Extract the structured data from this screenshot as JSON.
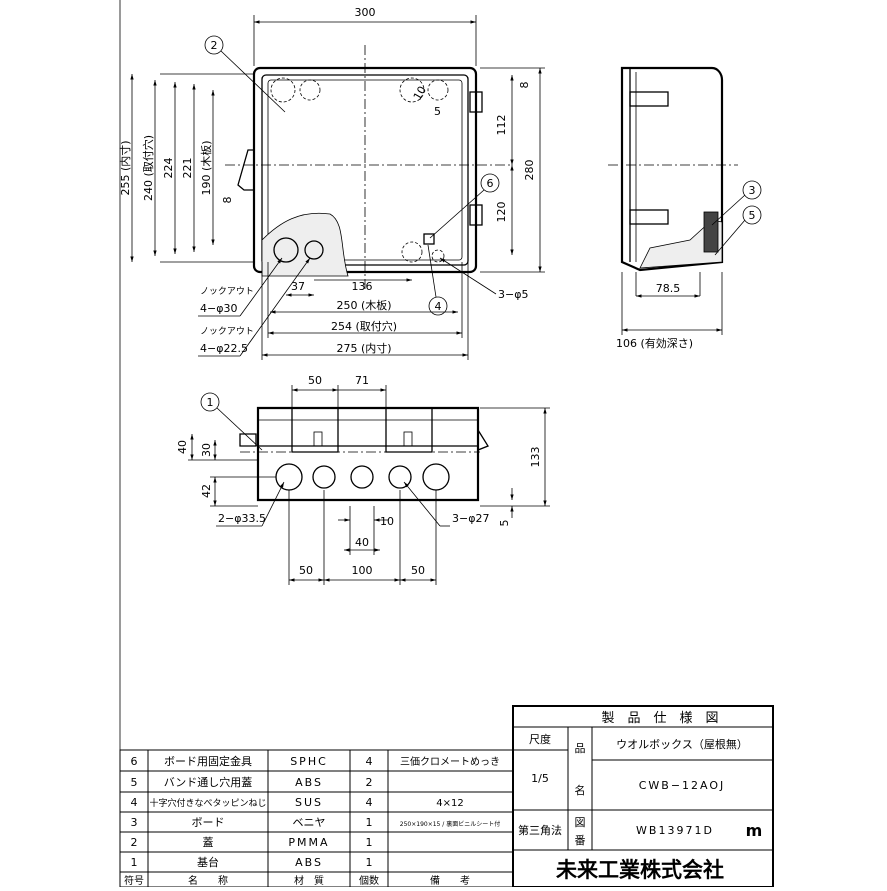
{
  "front_view": {
    "dim_top": "300",
    "dim_inner_h": "255 (内寸)",
    "dim_mount_h": "240 (取付穴)",
    "dim_224": "224",
    "dim_221": "221",
    "dim_board_h": "190 (木板)",
    "dim_8_left": "8",
    "dim_8_right": "8",
    "dim_10": "10",
    "dim_5": "5",
    "dim_112": "112",
    "dim_280": "280",
    "dim_120": "120",
    "dim_37": "37",
    "dim_136": "136",
    "dim_board_w": "250 (木板)",
    "dim_mount_w": "254 (取付穴)",
    "dim_inner_w": "275 (内寸)",
    "knockout1_label": "ノックアウト",
    "knockout1_size": "4−φ30",
    "knockout2_label": "ノックアウト",
    "knockout2_size": "4−φ22.5",
    "holes_label": "3−φ5",
    "callout_2": "2",
    "callout_6": "6",
    "callout_4": "4"
  },
  "side_view": {
    "dim_78_5": "78.5",
    "dim_depth": "106 (有効深さ)",
    "callout_3": "3",
    "callout_5": "5"
  },
  "bottom_view": {
    "dim_50_top": "50",
    "dim_71": "71",
    "dim_40": "40",
    "dim_30": "30",
    "dim_42": "42",
    "dim_133": "133",
    "dim_5": "5",
    "dim_10": "10",
    "dim_40_b": "40",
    "dim_50_l": "50",
    "dim_100": "100",
    "dim_50_r": "50",
    "holes_left": "2−φ33.5",
    "holes_right": "3−φ27",
    "callout_1": "1"
  },
  "spec": {
    "header": "製　品　仕　様　図",
    "scale_label": "尺度",
    "scale_value": "1/5",
    "name_label_1": "品",
    "name_label_2": "名",
    "product_name": "ウオルボックス（屋根無）",
    "model": "CWB−12AOJ",
    "projection": "第三角法",
    "drawing_label_1": "図",
    "drawing_label_2": "番",
    "drawing_no": "WB13971D",
    "logo_mark": "m",
    "company": "未来工業株式会社"
  },
  "parts_table": {
    "headers": [
      "符号",
      "名　　称",
      "材　質",
      "個数",
      "備　　考"
    ],
    "rows": [
      {
        "no": "6",
        "name": "ボード用固定金具",
        "material": "SPHC",
        "qty": "4",
        "note": "三価クロメートめっき"
      },
      {
        "no": "5",
        "name": "バンド通し穴用蓋",
        "material": "ABS",
        "qty": "2",
        "note": ""
      },
      {
        "no": "4",
        "name": "十字穴付きなべタッピンねじ",
        "material": "SUS",
        "qty": "4",
        "note": "4×12"
      },
      {
        "no": "3",
        "name": "ボード",
        "material": "ベニヤ",
        "qty": "1",
        "note": "250×190×15 / 裏面ビニルシート付"
      },
      {
        "no": "2",
        "name": "蓋",
        "material": "PMMA",
        "qty": "1",
        "note": ""
      },
      {
        "no": "1",
        "name": "基台",
        "material": "ABS",
        "qty": "1",
        "note": ""
      }
    ]
  }
}
